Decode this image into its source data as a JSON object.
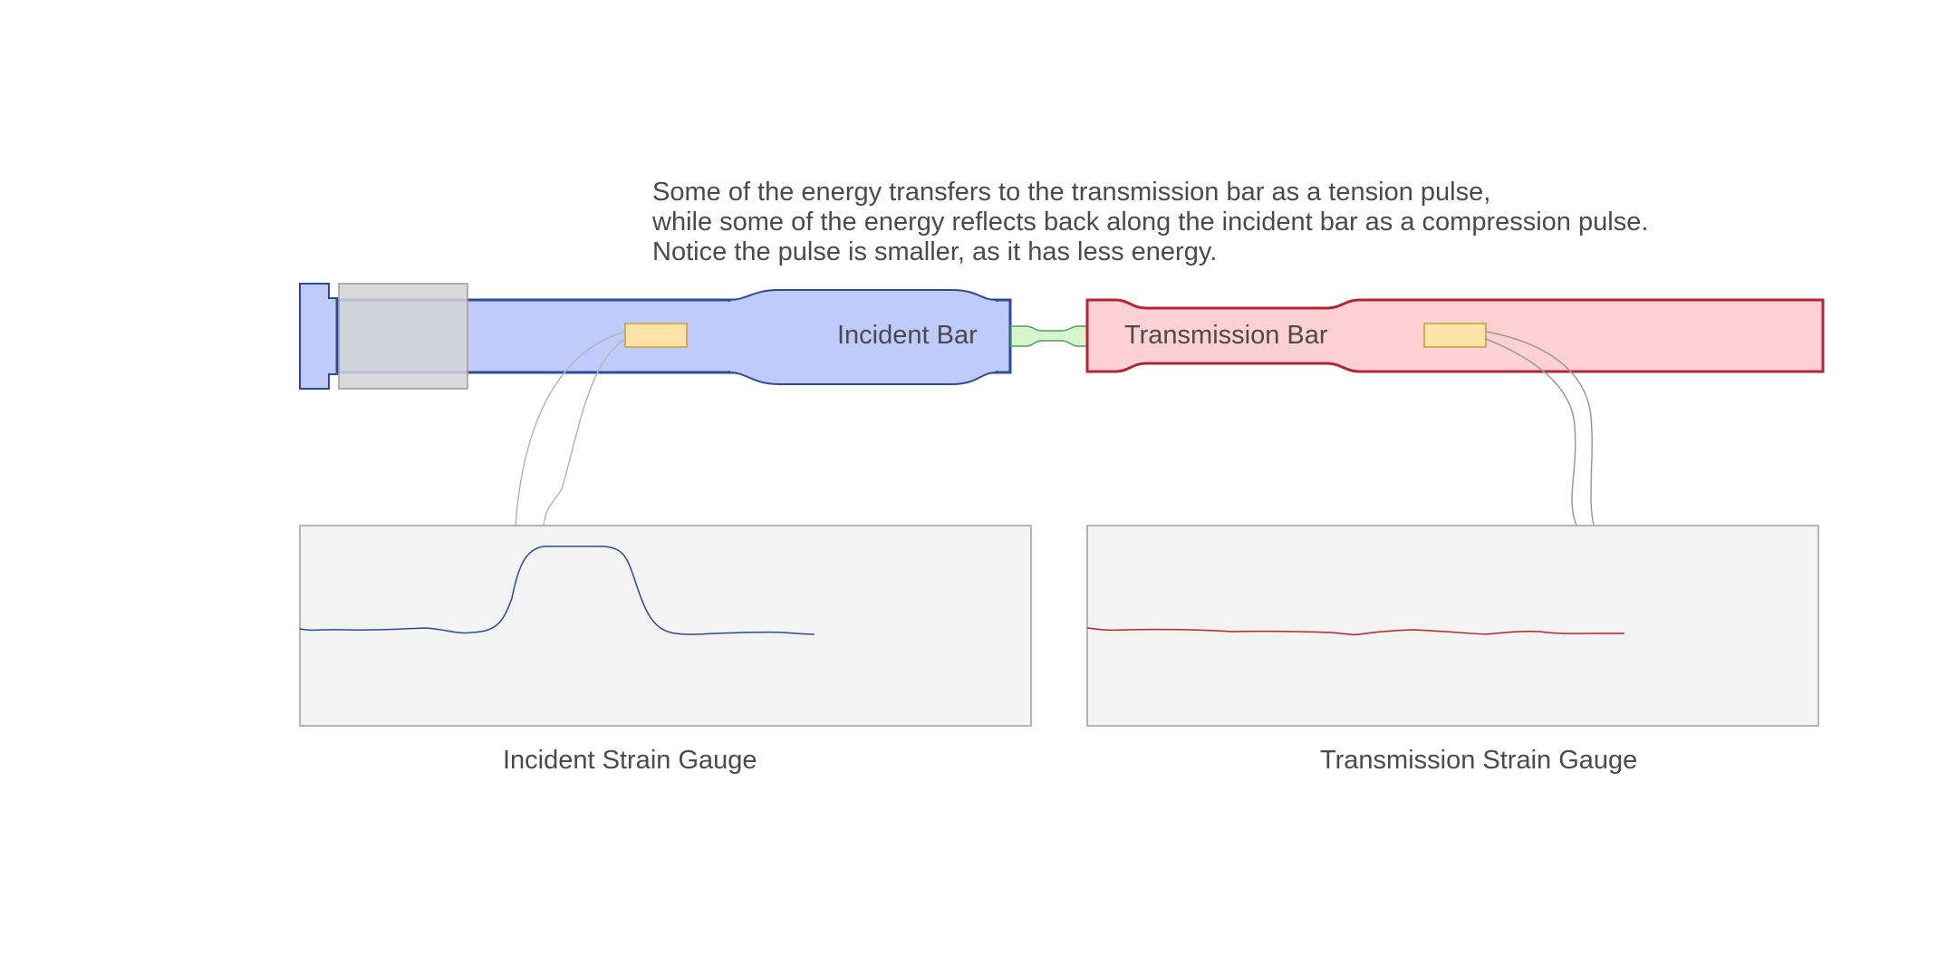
{
  "caption": {
    "line1": "Some of the energy transfers to the transmission bar as a tension pulse,",
    "line2": "while some of the energy reflects back along the incident bar as a compression pulse.",
    "line3": "Notice the pulse is smaller, as it has less energy."
  },
  "bars": {
    "incident_label": "Incident Bar",
    "transmission_label": "Transmission Bar"
  },
  "gauges": {
    "incident_label": "Incident Strain Gauge",
    "transmission_label": "Transmission Strain Gauge"
  },
  "colors": {
    "incident_fill": "#bfccfb",
    "incident_stroke": "#2c4a9e",
    "transmission_fill": "#fdd0d3",
    "transmission_stroke": "#b32630",
    "specimen_fill": "#d8f5d2",
    "gauge_fill": "#fde3a6",
    "scope_fill": "#f3f3f3",
    "text": "#4a4a4a"
  }
}
